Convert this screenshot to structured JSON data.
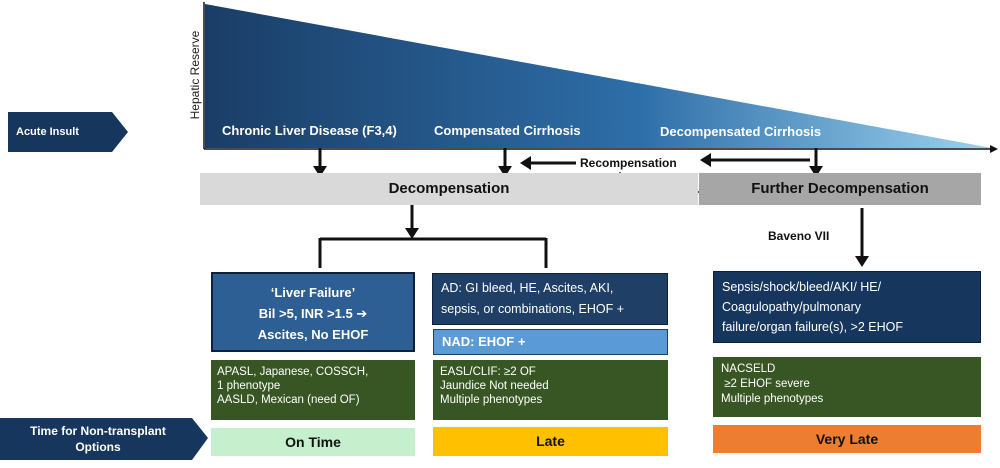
{
  "colors": {
    "navy": "#17365d",
    "blue_dark": "#1f4e79",
    "blue_box": "#2e5f94",
    "nad_blue": "#5b9bd5",
    "green_box": "#375623",
    "grey_bar": "#d9d9d9",
    "grey_bar_dark": "#a6a6a6",
    "on_time": "#c6efce",
    "late": "#ffc000",
    "very_late": "#ed7d31"
  },
  "side_labels": {
    "acute_insult": "Acute Insult",
    "time_label_1": "Time for Non-transplant",
    "time_label_2": "Options"
  },
  "triangle": {
    "axis_label": "Hepatic Reserve",
    "stage_1": "Chronic Liver Disease (F3,4)",
    "stage_2": "Compensated Cirrhosis",
    "stage_3": "Decompensated Cirrhosis"
  },
  "recompensation": "Recompensation",
  "decompensation": "Decompensation",
  "further_decompensation": "Further Decompensation",
  "baveno": "Baveno VII",
  "liver_failure": {
    "title": "‘Liver Failure’",
    "line2": "Bil >5, INR >1.5 ➔",
    "line3": "Ascites, No EHOF"
  },
  "ad_box": {
    "line1": "AD: GI bleed, HE, Ascites, AKI,",
    "line2": "sepsis, or combinations, EHOF +"
  },
  "nad_box": "NAD:  EHOF +",
  "sepsis_box": {
    "line1": "Sepsis/shock/bleed/AKI/   HE/",
    "line2": "Coagulopathy/pulmonary",
    "line3": "failure/organ failure(s), >2 EHOF"
  },
  "green_1": [
    "APASL, Japanese, COSSCH,",
    "1 phenotype",
    "AASLD, Mexican  (need OF)"
  ],
  "green_2": [
    "EASL/CLIF:  ≥2 OF",
    "Jaundice Not needed",
    "Multiple phenotypes"
  ],
  "green_3": [
    "NACSELD",
    " ≥2 EHOF severe",
    "Multiple phenotypes"
  ],
  "timing": {
    "on_time": "On Time",
    "late": "Late",
    "very_late": "Very Late"
  }
}
